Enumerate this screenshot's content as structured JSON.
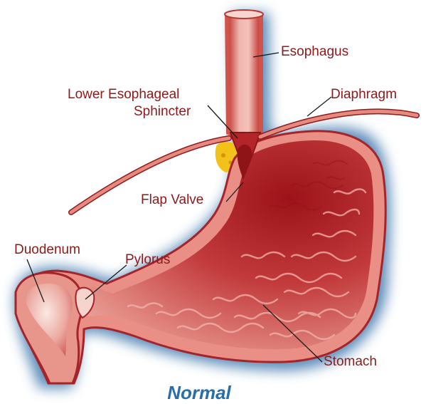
{
  "diagram": {
    "labels": {
      "esophagus": "Esophagus",
      "les_line1": "Lower Esophageal",
      "les_line2": "Sphincter",
      "diaphragm": "Diaphragm",
      "flap_valve": "Flap Valve",
      "duodenum": "Duodenum",
      "pylorus": "Pylorus",
      "stomach": "Stomach"
    },
    "caption": "Normal",
    "colors": {
      "label_text": "#8b1a1a",
      "caption_text": "#2a6ea8",
      "shadow": "#3f78ad",
      "tissue_outer": "#e98f86",
      "tissue_inner": "#b32529",
      "diaphragm": "#d9756c",
      "fat": "#f3c21a",
      "leader": "#1a1a1a"
    }
  }
}
